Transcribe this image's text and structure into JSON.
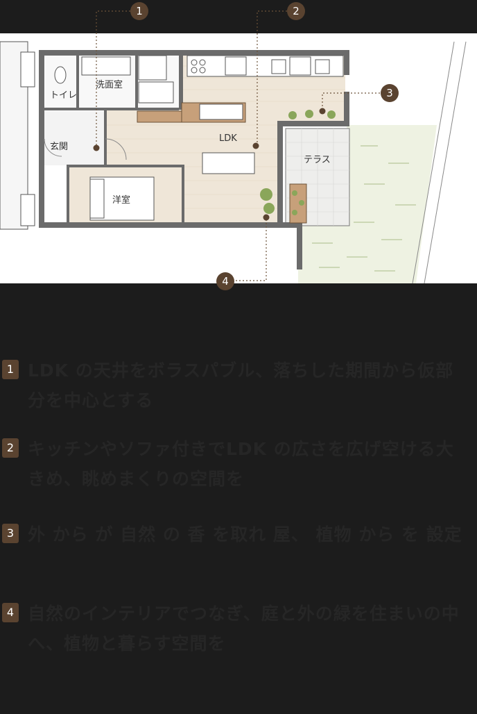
{
  "markers": [
    "1",
    "2",
    "3",
    "4"
  ],
  "rooms": {
    "washroom": "洗面室",
    "toilet": "トイレ",
    "entrance": "玄関",
    "ldk": "LDK",
    "bedroom": "洋室",
    "terrace": "テラス"
  },
  "points": [
    {
      "num": "1",
      "text": "LDK の天井をボラスパブル、落ちした期間から仮部分を中心とする"
    },
    {
      "num": "2",
      "text": "キッチンやソファ付きでLDK の広さを広げ空ける大きめ、眺めまくりの空間を"
    },
    {
      "num": "3",
      "text": "外 から が 自然 の 香 を取れ 屋、 植物 から を 設定"
    },
    {
      "num": "4",
      "text": "自然のインテリアでつなぎ、庭と外の緑を住まいの中へ、植物と暮らす空間を"
    }
  ]
}
